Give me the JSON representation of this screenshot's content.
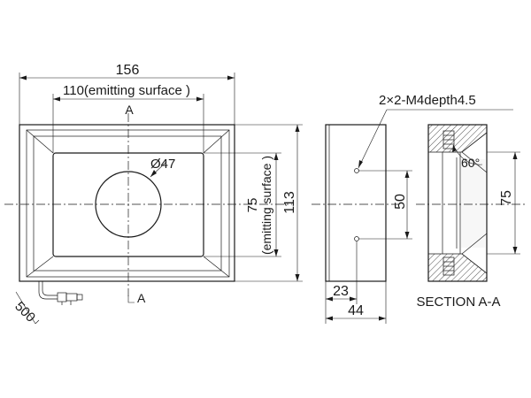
{
  "front_view": {
    "overall_width": "156",
    "emitting_width": "110(emitting surface )",
    "section_marker": "A",
    "hole_diameter": "Ø47",
    "emitting_height_value": "75",
    "emitting_height_note": "(emitting surface )",
    "overall_height": "113",
    "cable_length": "500"
  },
  "side_view": {
    "thread_note": "2×2-M4depth4.5",
    "hole_spacing": "50",
    "hole_offset": "23",
    "depth": "44"
  },
  "section_view": {
    "angle": "60°",
    "height": "75",
    "title": "SECTION A-A"
  }
}
